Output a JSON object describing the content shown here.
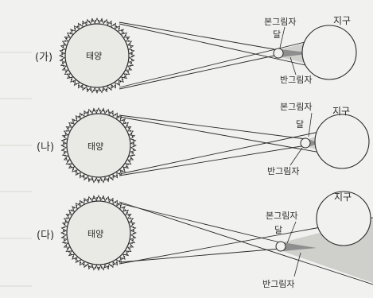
{
  "panels": [
    {
      "id": "ga",
      "label": "(가)",
      "sun_label": "태양",
      "umbra_label": "본그림자",
      "moon_label": "달",
      "penumbra_label": "반그림자",
      "earth_label": "지구"
    },
    {
      "id": "na",
      "label": "(나)",
      "sun_label": "태양",
      "umbra_label": "본그림자",
      "moon_label": "달",
      "penumbra_label": "반그림자",
      "earth_label": "지구"
    },
    {
      "id": "da",
      "label": "(다)",
      "sun_label": "태양",
      "umbra_label": "본그림자",
      "moon_label": "달",
      "penumbra_label": "반그림자",
      "earth_label": "지구"
    }
  ],
  "colors": {
    "background": "#f1f1ef",
    "sun_fill": "#e9e9e6",
    "ink": "#2b2b2b",
    "umbra": "#8e8e8e",
    "penumbra": "#c9c9c6"
  }
}
